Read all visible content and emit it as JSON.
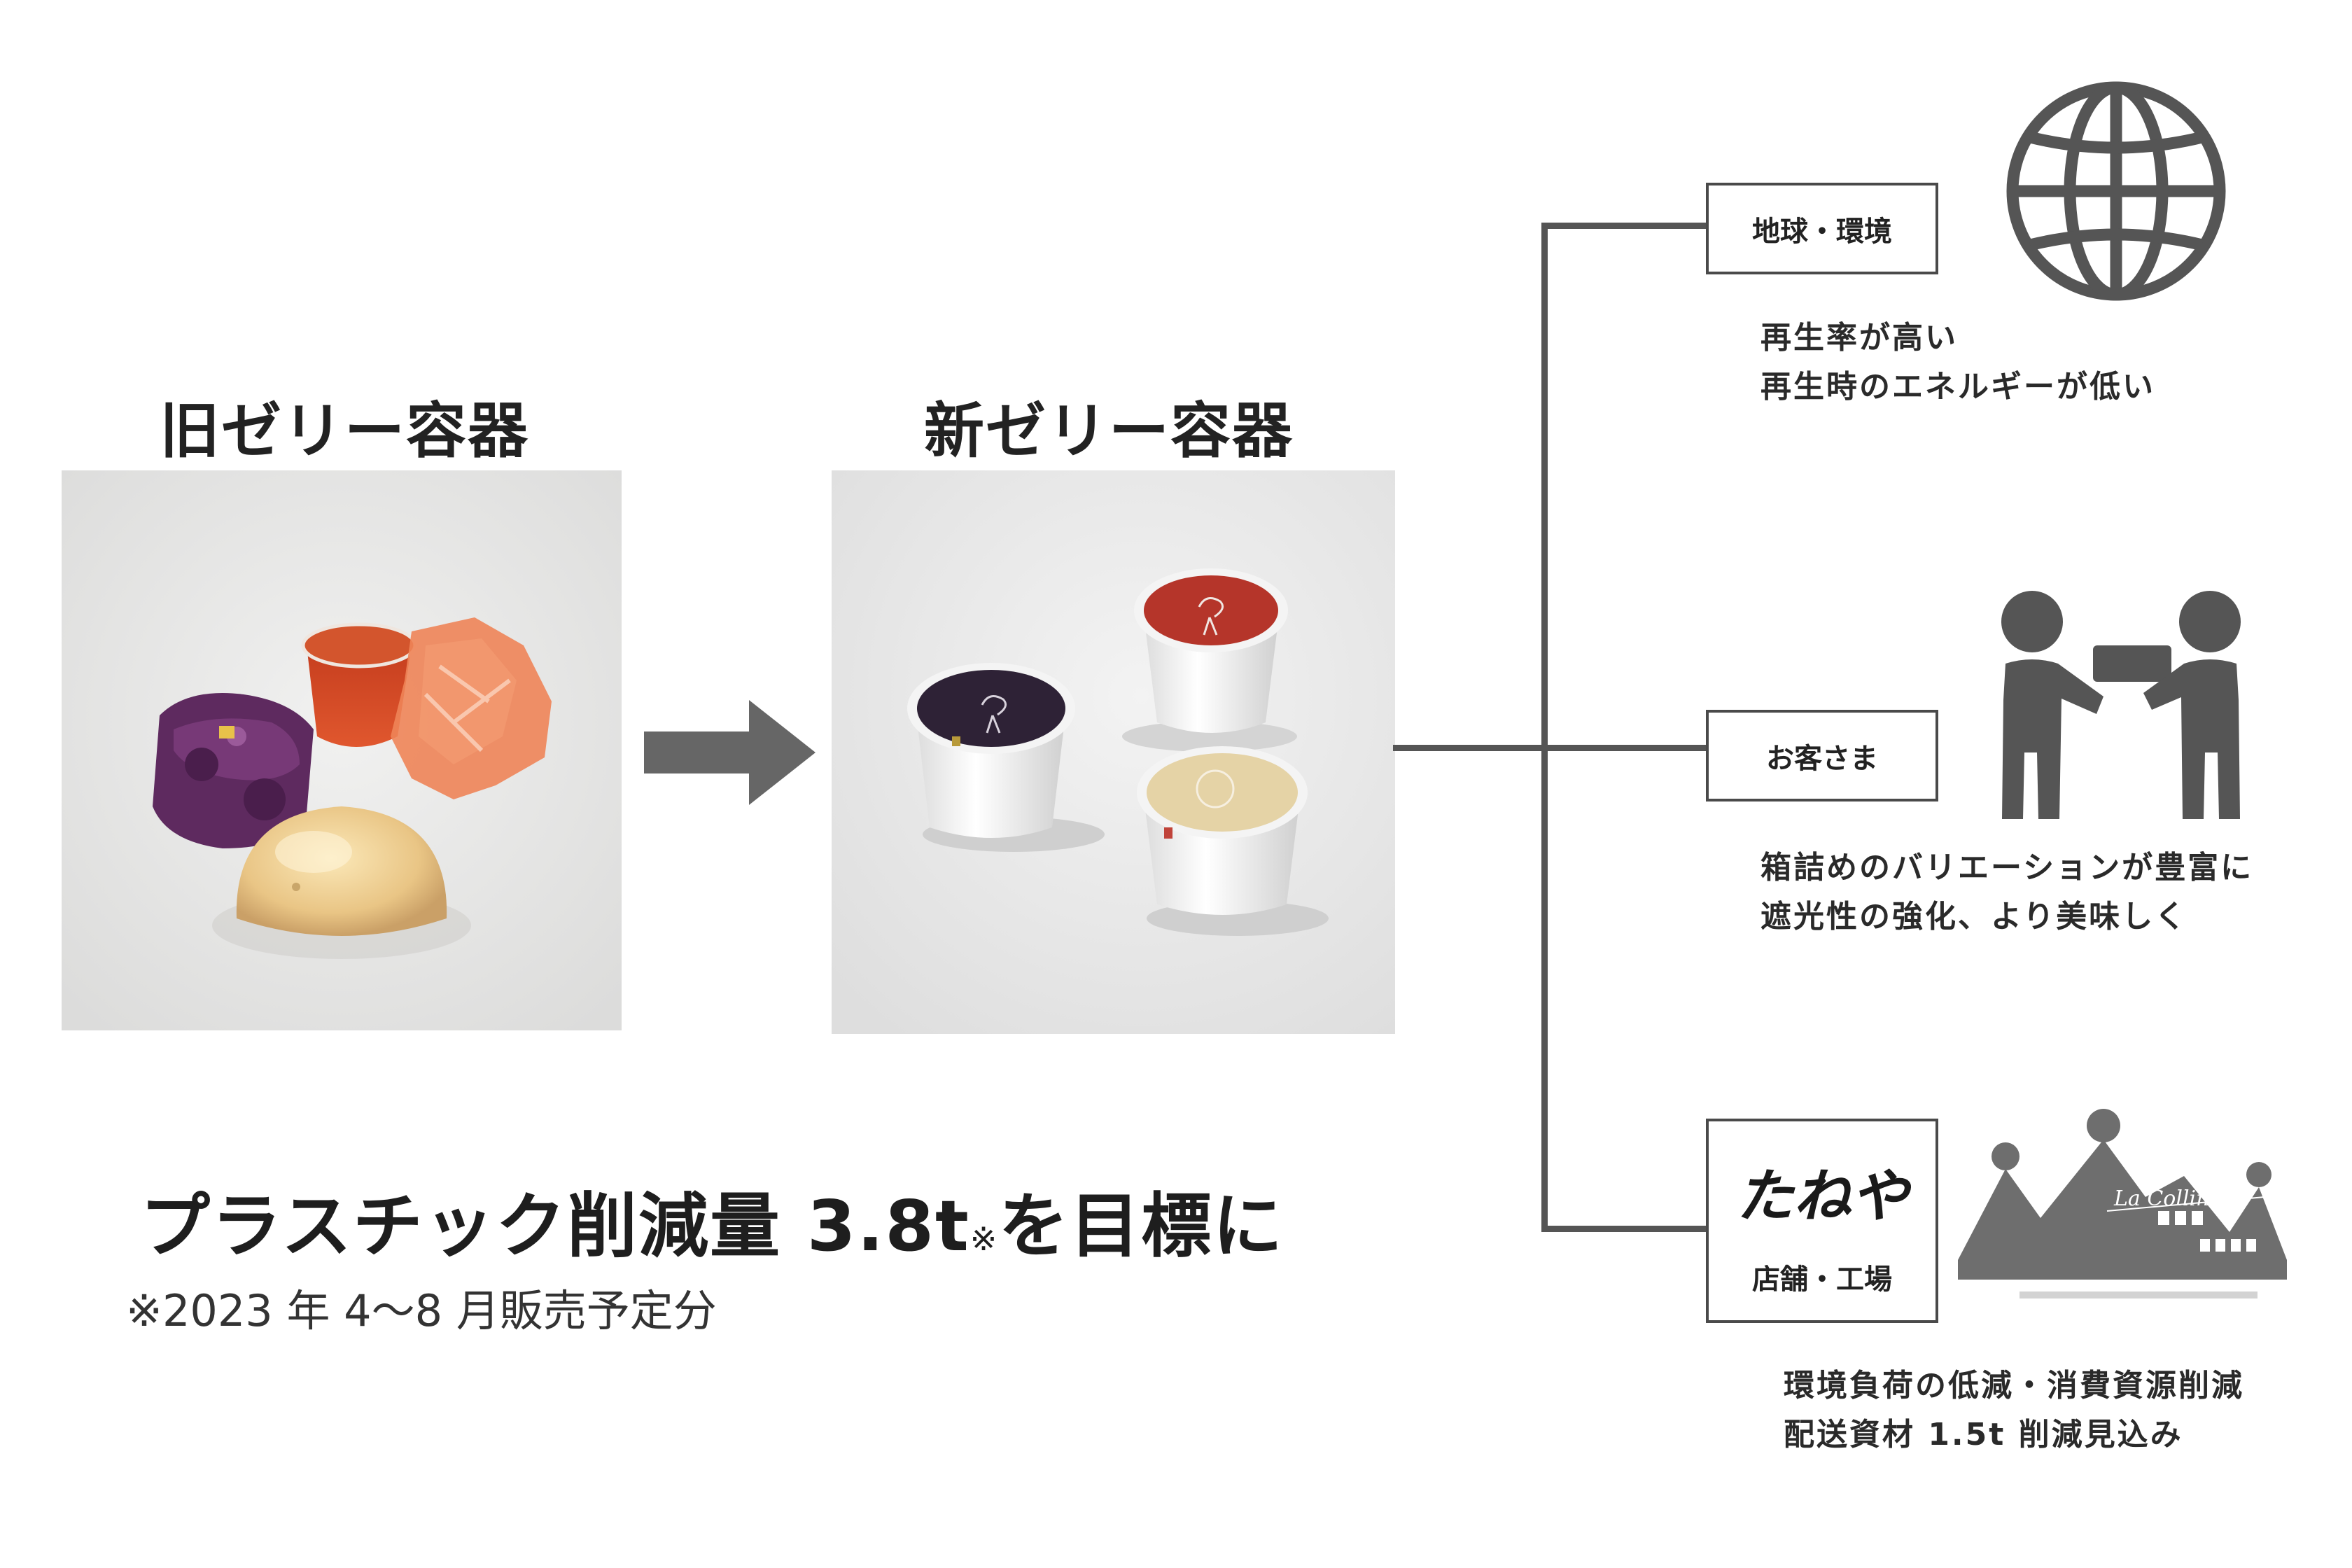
{
  "old_container": {
    "title": "旧ゼリー容器"
  },
  "new_container": {
    "title": "新ゼリー容器"
  },
  "headline": {
    "main": "プラスチック削減量 3.8t",
    "mark": "※",
    "suffix": "を目標に"
  },
  "footnote": "※2023 年 4～8 月販売予定分",
  "branches": [
    {
      "label": "地球・環境",
      "icon": "globe-icon",
      "lines": [
        "再生率が高い",
        "再生時のエネルギーが低い"
      ]
    },
    {
      "label": "お客さま",
      "icon": "people-handing-box-icon",
      "lines": [
        "箱詰めのバリエーションが豊富に",
        "遮光性の強化、より美味しく"
      ]
    },
    {
      "label": "店舗・工場",
      "logo": "たねや",
      "icon": "la-collina-building-icon",
      "building_text": "La Collina",
      "lines": [
        "環境負荷の低減・消費資源削減",
        "配送資材 1.5t 削減見込み"
      ]
    }
  ],
  "colors": {
    "line": "#555555",
    "arrow": "#666666",
    "icon": "#555555",
    "building": "#6e6e6e"
  }
}
